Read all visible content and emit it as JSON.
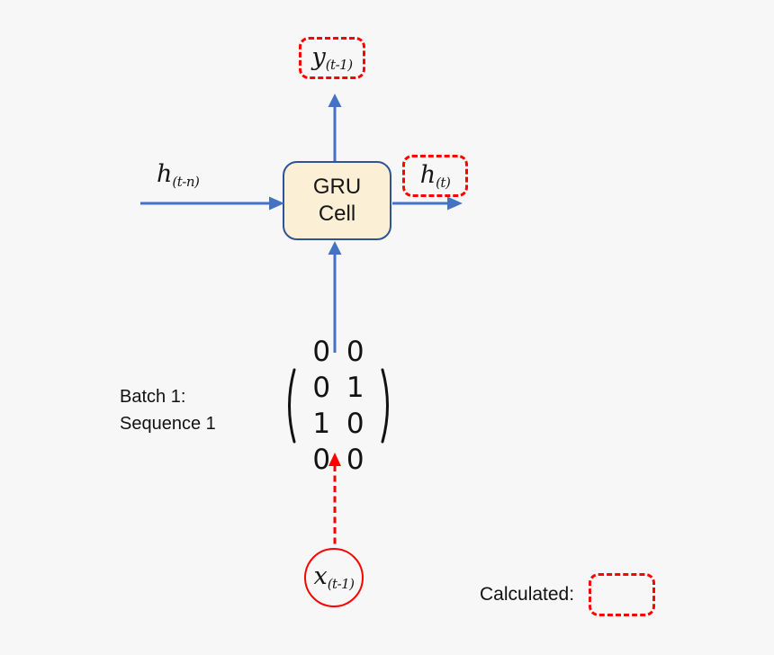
{
  "colors": {
    "background": "#f7f7f7",
    "arrow_blue": "#4472c4",
    "dashed_red": "#fe0000",
    "cell_fill": "#fbefd5",
    "cell_border": "#2f5496",
    "text_dark": "#1a1a1a"
  },
  "nodes": {
    "y_out": {
      "base": "y",
      "sub": "(t-1)"
    },
    "gru_cell": {
      "line1": "GRU",
      "line2": "Cell"
    },
    "h_in": {
      "base": "h",
      "sub": "(t-n)"
    },
    "h_out": {
      "base": "h",
      "sub": "(t)"
    },
    "x_in": {
      "base": "x",
      "sub": "(t-1)"
    }
  },
  "matrix": {
    "rows": [
      [
        0,
        0,
        0,
        1
      ],
      [
        1,
        0,
        0,
        0
      ]
    ],
    "row_text": [
      "0 0 0 1",
      "1 0 0 0"
    ]
  },
  "labels": {
    "batch_line1": "Batch 1:",
    "batch_line2": "Sequence 1",
    "legend": "Calculated:"
  }
}
